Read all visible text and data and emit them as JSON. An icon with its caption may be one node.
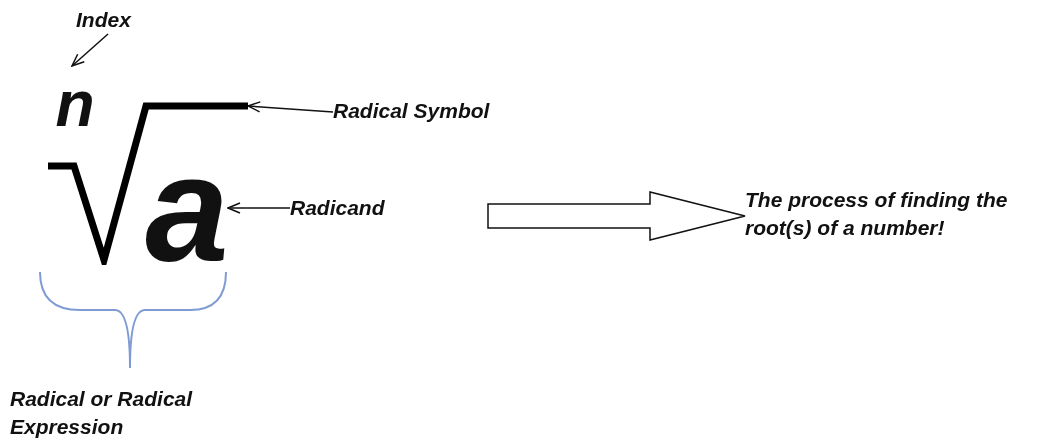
{
  "diagram": {
    "nodes": [
      {
        "text": [
          "Index"
        ]
      },
      {
        "text": [
          "n"
        ]
      },
      {
        "text": [],
        "shape": "picture"
      },
      {
        "text": [
          "a"
        ],
        "in": 2
      },
      {
        "text": [
          "Radical Symbol"
        ]
      },
      {
        "text": [
          "Radicand"
        ]
      },
      {
        "text": [
          "Radical or Radical Expression"
        ]
      },
      {
        "text": [
          "The process of finding the root(s) of a number!"
        ]
      }
    ],
    "edges": [
      {
        "from": 0,
        "to": 1,
        "arrow": "to"
      },
      {
        "from": 4,
        "to": 2,
        "arrow": "to"
      },
      {
        "from": 5,
        "to": 3,
        "arrow": "to"
      },
      {
        "from": null,
        "to": 7,
        "arrow": "to",
        "style": "thick"
      }
    ]
  }
}
